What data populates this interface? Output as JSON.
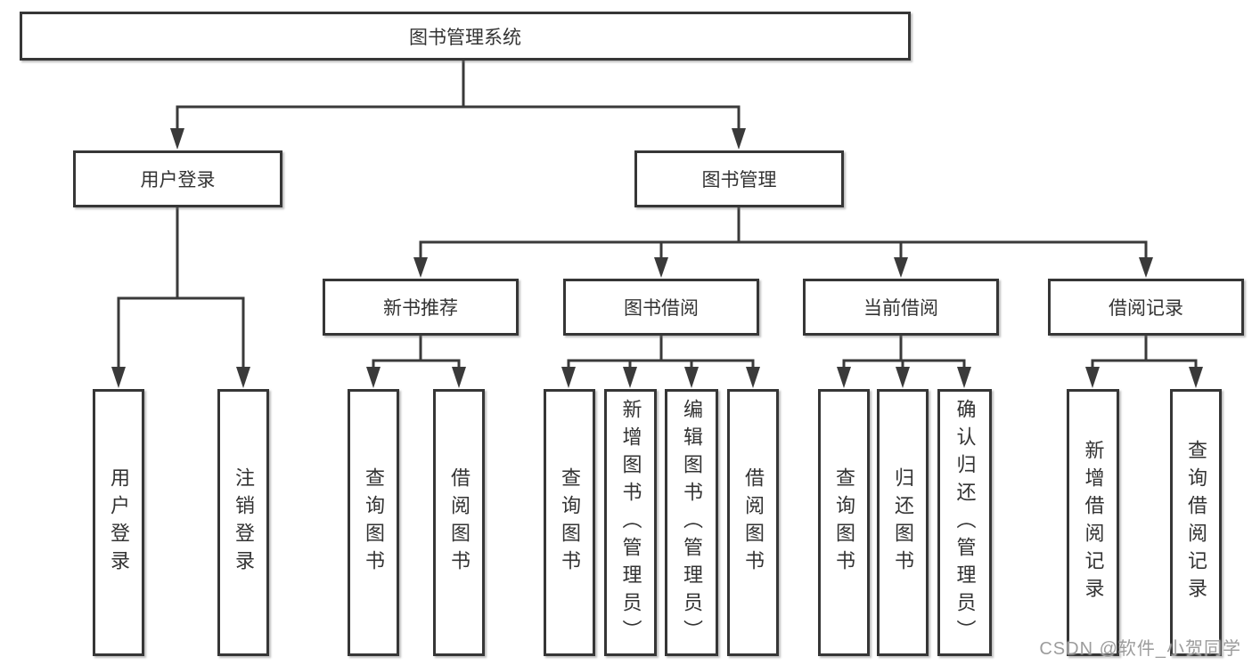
{
  "tree": {
    "root": {
      "label": "图书管理系统"
    },
    "branches": [
      {
        "label": "用户登录",
        "children": [
          {
            "label": "用户登录"
          },
          {
            "label": "注销登录"
          }
        ]
      },
      {
        "label": "图书管理",
        "children": [
          {
            "label": "新书推荐",
            "children": [
              {
                "label": "查询图书"
              },
              {
                "label": "借阅图书"
              }
            ]
          },
          {
            "label": "图书借阅",
            "children": [
              {
                "label": "查询图书"
              },
              {
                "label": "新增图书（管理员）"
              },
              {
                "label": "编辑图书（管理员）"
              },
              {
                "label": "借阅图书"
              }
            ]
          },
          {
            "label": "当前借阅",
            "children": [
              {
                "label": "查询图书"
              },
              {
                "label": "归还图书"
              },
              {
                "label": "确认归还（管理员）"
              }
            ]
          },
          {
            "label": "借阅记录",
            "children": [
              {
                "label": "新增借阅记录"
              },
              {
                "label": "查询借阅记录"
              }
            ]
          }
        ]
      }
    ]
  },
  "watermark": {
    "text": "CSDN @软件_小贺同学"
  },
  "colors": {
    "line": "#3a3a3a",
    "box_border": "#363636",
    "text": "#333333",
    "watermark": "#9c9c9c",
    "background": "#ffffff"
  }
}
